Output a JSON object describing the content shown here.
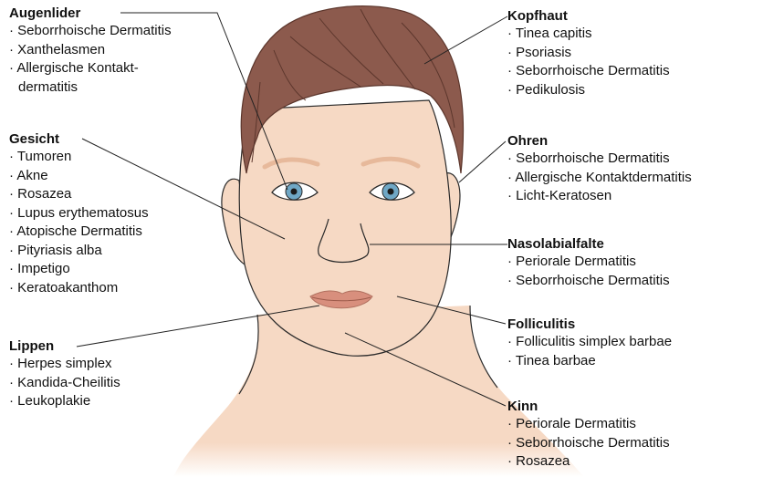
{
  "colors": {
    "skin": "#f6d9c4",
    "skin_shadow": "#e7b99b",
    "hair": "#8c5a4d",
    "hair_dark": "#5c362c",
    "iris": "#6fa7c5",
    "lips": "#d88f7d",
    "outline": "#2a2a2a",
    "leader_line": "#222222"
  },
  "groups": [
    {
      "key": "augenlider",
      "heading": "Augenlider",
      "items": [
        "Seborrhoische Dermatitis",
        "Xanthelasmen",
        "Allergische Kontakt-"
      ],
      "continuation": "dermatitis"
    },
    {
      "key": "gesicht",
      "heading": "Gesicht",
      "items": [
        "Tumoren",
        "Akne",
        "Rosazea",
        "Lupus erythematosus",
        "Atopische Dermatitis",
        "Pityriasis alba",
        "Impetigo",
        "Keratoakanthom"
      ]
    },
    {
      "key": "lippen",
      "heading": "Lippen",
      "items": [
        "Herpes simplex",
        "Kandida-Cheilitis",
        "Leukoplakie"
      ]
    },
    {
      "key": "kopfhaut",
      "heading": "Kopfhaut",
      "items": [
        "Tinea capitis",
        "Psoriasis",
        "Seborrhoische Dermatitis",
        "Pedikulosis"
      ]
    },
    {
      "key": "ohren",
      "heading": "Ohren",
      "items": [
        "Seborrhoische Dermatitis",
        "Allergische Kontaktdermatitis",
        "Licht-Keratosen"
      ]
    },
    {
      "key": "nasolabialfalte",
      "heading": "Nasolabialfalte",
      "items": [
        "Periorale Dermatitis",
        "Seborrhoische Dermatitis"
      ]
    },
    {
      "key": "folliculitis",
      "heading": "Folliculitis",
      "items": [
        "Folliculitis simplex barbae",
        "Tinea barbae"
      ]
    },
    {
      "key": "kinn",
      "heading": "Kinn",
      "items": [
        "Periorale Dermatitis",
        "Seborrhoische Dermatitis",
        "Rosazea"
      ]
    }
  ]
}
